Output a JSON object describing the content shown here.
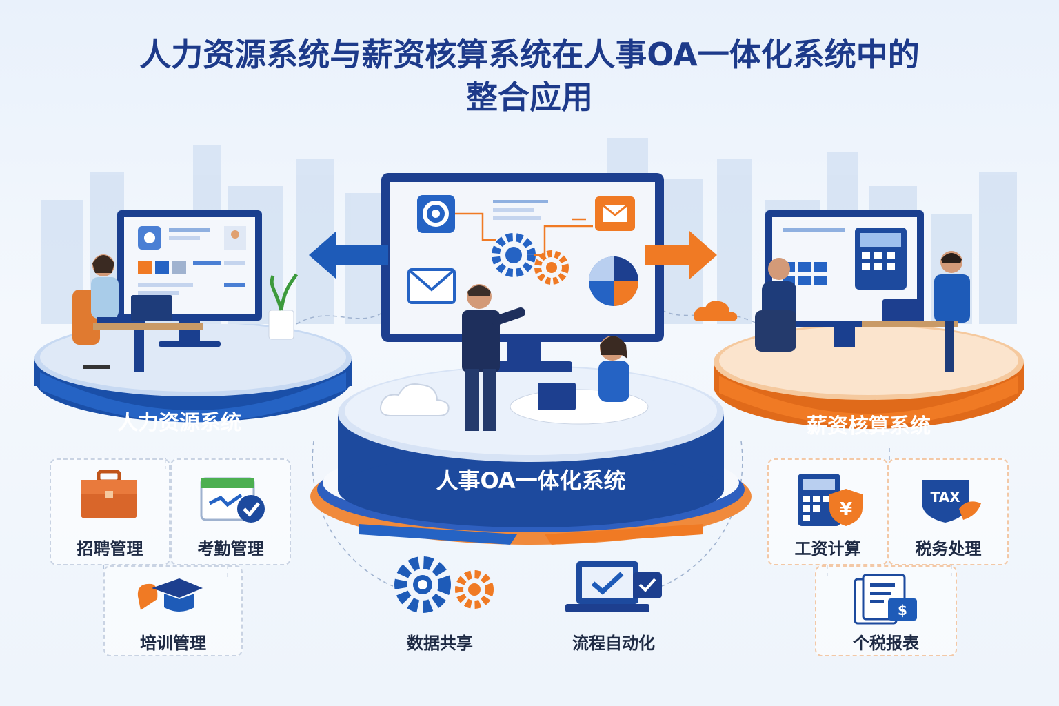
{
  "title": {
    "line1": "人力资源系统与薪资核算系统在人事OA一体化系统中的",
    "line2": "整合应用"
  },
  "platforms": {
    "hr": {
      "label": "人力资源系统",
      "color": "#1e5bb8"
    },
    "oa": {
      "label": "人事OA一体化系统",
      "color": "#1d4a9e"
    },
    "payroll": {
      "label": "薪资核算系统",
      "color": "#f07a24"
    }
  },
  "features": {
    "recruit": {
      "label": "招聘管理",
      "icon": "briefcase-icon"
    },
    "attendance": {
      "label": "考勤管理",
      "icon": "calendar-check-icon"
    },
    "training": {
      "label": "培训管理",
      "icon": "graduation-cap-icon"
    },
    "data_share": {
      "label": "数据共享",
      "icon": "gears-icon"
    },
    "automation": {
      "label": "流程自动化",
      "icon": "laptop-check-icon"
    },
    "salary_calc": {
      "label": "工资计算",
      "icon": "calculator-yen-icon"
    },
    "tax": {
      "label": "税务处理",
      "icon": "tax-shield-icon"
    },
    "report": {
      "label": "个税报表",
      "icon": "document-dollar-icon"
    }
  },
  "screen_icons": {
    "center_left_top": "gear-settings-icon",
    "center_right_top": "mail-icon",
    "center_left_bottom": "envelope-icon",
    "center_right_bottom": "pie-chart-icon"
  },
  "colors": {
    "primary_blue": "#1e5bb8",
    "dark_blue": "#1d3a8a",
    "accent_orange": "#f07a24"
  }
}
